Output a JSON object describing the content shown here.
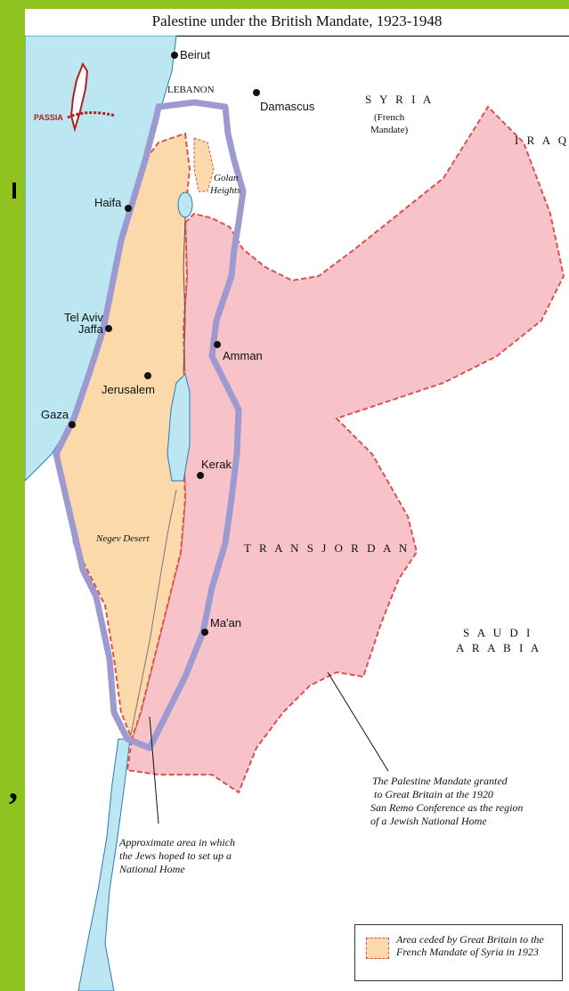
{
  "title": "Palestine under the British Mandate, 1923-1948",
  "colors": {
    "frame_green": "#8fc31f",
    "sea": "#bde6f3",
    "palestine": "#fcd9ab",
    "transjordan": "#f7c3c8",
    "mandate_outline": "#9c9ad0",
    "border_dashed": "#d9534f"
  },
  "logo": {
    "name": "PASSIA"
  },
  "cities": [
    {
      "name": "Beirut"
    },
    {
      "name": "Damascus"
    },
    {
      "name": "Haifa"
    },
    {
      "name": "Tel Aviv\nJaffa"
    },
    {
      "name": "Jerusalem"
    },
    {
      "name": "Gaza"
    },
    {
      "name": "Amman"
    },
    {
      "name": "Kerak"
    },
    {
      "name": "Ma'an"
    }
  ],
  "regions": {
    "lebanon": "LEBANON",
    "syria": "S Y R I A",
    "syria_note_1": "(French",
    "syria_note_2": "Mandate)",
    "iraq": "I R A Q",
    "golan_1": "Golan",
    "golan_2": "Heights",
    "transjordan": "T R A N S J O R D A N",
    "saudi_1": "S A U D I",
    "saudi_2": "A R A B I A",
    "negev": "Negev Desert"
  },
  "annotations": {
    "mandate_1": "The Palestine Mandate granted",
    "mandate_2": "to  Great Britain at the 1920",
    "mandate_3": "San Remo Conference as the region",
    "mandate_4": "of a Jewish National Home",
    "home_1": "Approximate area in which",
    "home_2": "the Jews hoped to set up a",
    "home_3": "National Home"
  },
  "legend": {
    "text": "Area ceded by Great Britain to the French Mandate of Syria in 1923"
  }
}
